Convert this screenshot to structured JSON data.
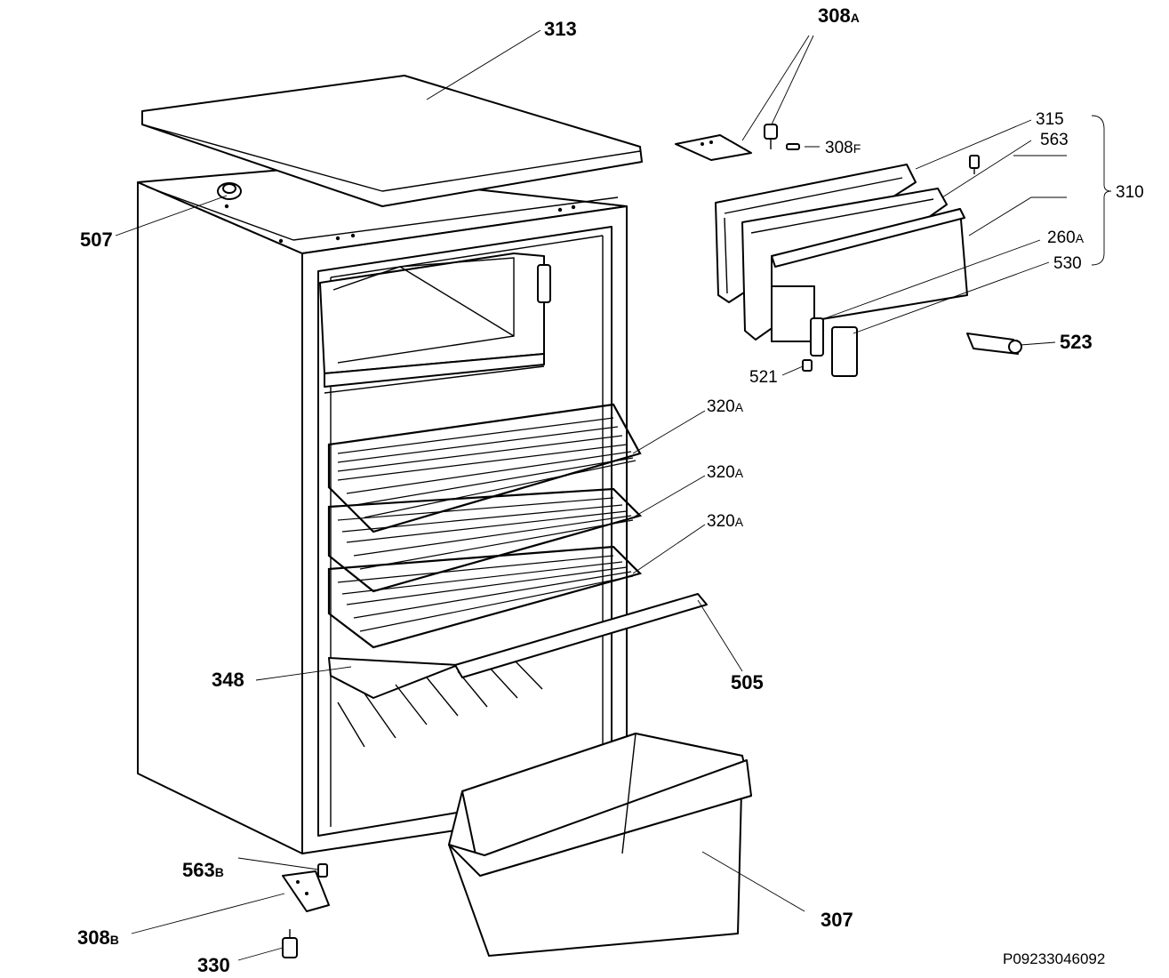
{
  "diagram_id": "P09233046092",
  "labels": {
    "l313": "313",
    "l308a": "308",
    "l308a_sub": "A",
    "l308f": "308",
    "l308f_sub": "F",
    "l315": "315",
    "l563": "563",
    "l310": "310",
    "l260a": "260",
    "l260a_sub": "A",
    "l530": "530",
    "l507": "507",
    "l523": "523",
    "l521": "521",
    "l320a_1": "320",
    "l320a_1_sub": "A",
    "l320a_2": "320",
    "l320a_2_sub": "A",
    "l320a_3": "320",
    "l320a_3_sub": "A",
    "l348": "348",
    "l505": "505",
    "l563b": "563",
    "l563b_sub": "B",
    "l308b": "308",
    "l308b_sub": "B",
    "l307": "307",
    "l330": "330"
  }
}
